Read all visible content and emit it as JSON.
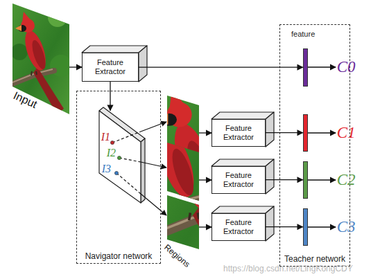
{
  "diagram": {
    "nodes": [
      {
        "text": [
          "Input"
        ]
      },
      {
        "text": [
          "Feature Extractor"
        ]
      },
      {
        "text": [
          "Navigator network"
        ]
      },
      {
        "text": [
          "I1",
          "I2",
          "I3"
        ],
        "in": 2
      },
      {
        "text": [
          "Regions"
        ]
      },
      {
        "text": [
          "Feature Extractor"
        ]
      },
      {
        "text": [
          "Feature Extractor"
        ]
      },
      {
        "text": [
          "Feature Extractor"
        ]
      },
      {
        "text": [
          "feature",
          "Teacher network"
        ]
      },
      {
        "text": [
          "C0"
        ],
        "in": 8
      },
      {
        "text": [
          "C1"
        ],
        "in": 8
      },
      {
        "text": [
          "C2"
        ],
        "in": 8
      },
      {
        "text": [
          "C3"
        ],
        "in": 8
      }
    ],
    "edges": [
      {
        "from": 0,
        "to": 1,
        "arrow": "to"
      },
      {
        "from": 1,
        "to": 9,
        "arrow": "to"
      },
      {
        "from": 1,
        "to": 3,
        "arrow": "to"
      },
      {
        "from": 4,
        "to": 5,
        "arrow": "to"
      },
      {
        "from": 4,
        "to": 6,
        "arrow": "to"
      },
      {
        "from": 4,
        "to": 7,
        "arrow": "to"
      },
      {
        "from": 5,
        "to": 10,
        "arrow": "to"
      },
      {
        "from": 6,
        "to": 11,
        "arrow": "to"
      },
      {
        "from": 7,
        "to": 12,
        "arrow": "to"
      }
    ],
    "labels": [
      "https://blog.csdn.net/LingKongCDY"
    ]
  }
}
